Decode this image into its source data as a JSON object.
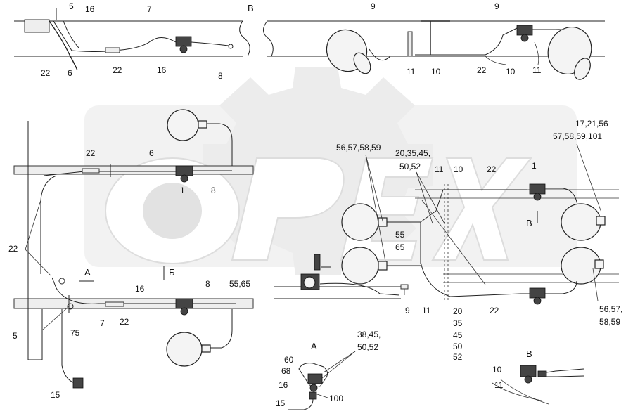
{
  "watermark": {
    "text": "ОРЕХ",
    "color": "#e6e6e6"
  },
  "views": {
    "view_v_top": "В",
    "view_a_arrow": "А",
    "view_b_arrow": "Б",
    "view_v_arrow": "В",
    "inset_a_title": "А",
    "inset_v_title": "В"
  },
  "labels": {
    "t_5": "5",
    "t_16a": "16",
    "t_7": "7",
    "t_22a": "22",
    "t_6": "6",
    "t_22b": "22",
    "t_16b": "16",
    "t_8": "8",
    "t_9a": "9",
    "t_9b": "9",
    "t_11a": "11",
    "t_10a": "10",
    "t_22c": "22",
    "t_10b": "10",
    "t_11b": "11",
    "m_17": "17,21,56",
    "m_57": "57,58,59,101",
    "m_22a": "22",
    "m_6": "6",
    "m_1a": "1",
    "m_8a": "8",
    "m_5659": "56,57,58,59",
    "m_2045": "20,35,45,",
    "m_5052": "50,52",
    "m_11": "11",
    "m_10": "10",
    "m_22b": "22",
    "m_1b": "1",
    "m_55": "55",
    "m_65": "65",
    "m_22c": "22",
    "m_16": "16",
    "m_8b": "8",
    "m_5565": "55,65",
    "m_5": "5",
    "m_75": "75",
    "m_7": "7",
    "m_22d": "22",
    "m_9": "9",
    "m_11b": "11",
    "m_20": "20",
    "m_35": "35",
    "m_45": "45",
    "m_50": "50",
    "m_52": "52",
    "m_22e": "22",
    "m_5657": "56,57,",
    "m_5859": "58,59",
    "m_15": "15",
    "a_3845": "38,45,",
    "a_5052": "50,52",
    "a_60": "60",
    "a_68": "68",
    "a_16": "16",
    "a_15": "15",
    "a_100": "100",
    "v_10": "10",
    "v_11": "11"
  }
}
